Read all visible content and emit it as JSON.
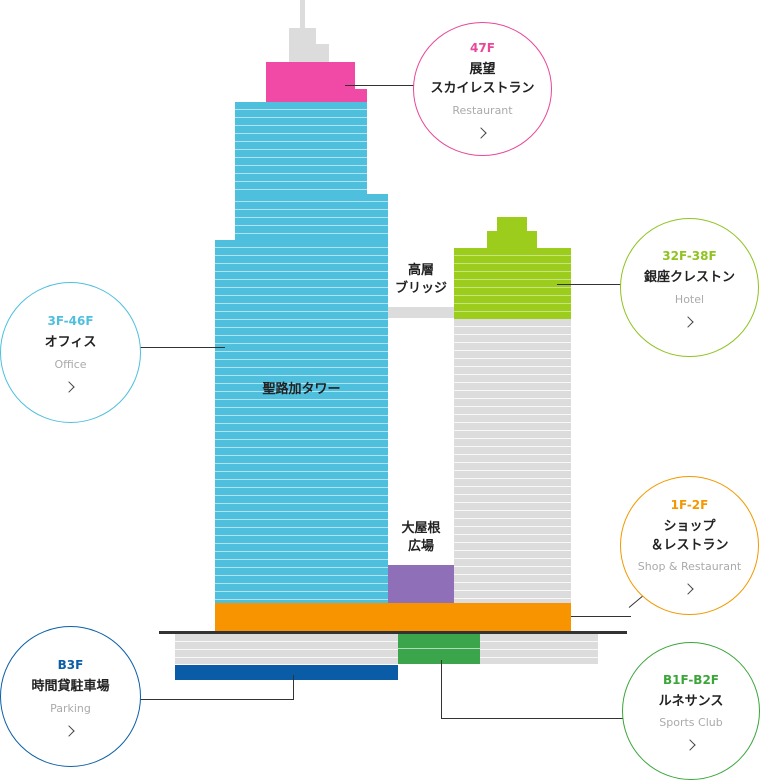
{
  "building": {
    "tower_label": "聖路加タワー",
    "bridge_label": "高層\nブリッジ",
    "roof_plaza_label": "大屋根\n広場"
  },
  "callouts": [
    {
      "id": "restaurant",
      "floor": "47F",
      "name": "展望\nスカイレストラン",
      "sub": "Restaurant",
      "color": "#e8479a"
    },
    {
      "id": "hotel",
      "floor": "32F-38F",
      "name": "銀座クレストン",
      "sub": "Hotel",
      "color": "#8fc31f"
    },
    {
      "id": "office",
      "floor": "3F-46F",
      "name": "オフィス",
      "sub": "Office",
      "color": "#4fbfde"
    },
    {
      "id": "shop",
      "floor": "1F-2F",
      "name": "ショップ\n＆レストラン",
      "sub": "Shop & Restaurant",
      "color": "#f39800"
    },
    {
      "id": "parking",
      "floor": "B3F",
      "name": "時間貸駐車場",
      "sub": "Parking",
      "color": "#0a5fa8"
    },
    {
      "id": "sports",
      "floor": "B1F-B2F",
      "name": "ルネサンス",
      "sub": "Sports Club",
      "color": "#3aa63a"
    }
  ],
  "colors": {
    "tower": "#4fbfde",
    "restaurant": "#f04aa6",
    "hotel": "#9ccc1c",
    "shop": "#f79400",
    "plaza": "#8f70b8",
    "parking": "#0b5ca6",
    "sports": "#3aa54a",
    "gray": "#dcdcdc"
  }
}
